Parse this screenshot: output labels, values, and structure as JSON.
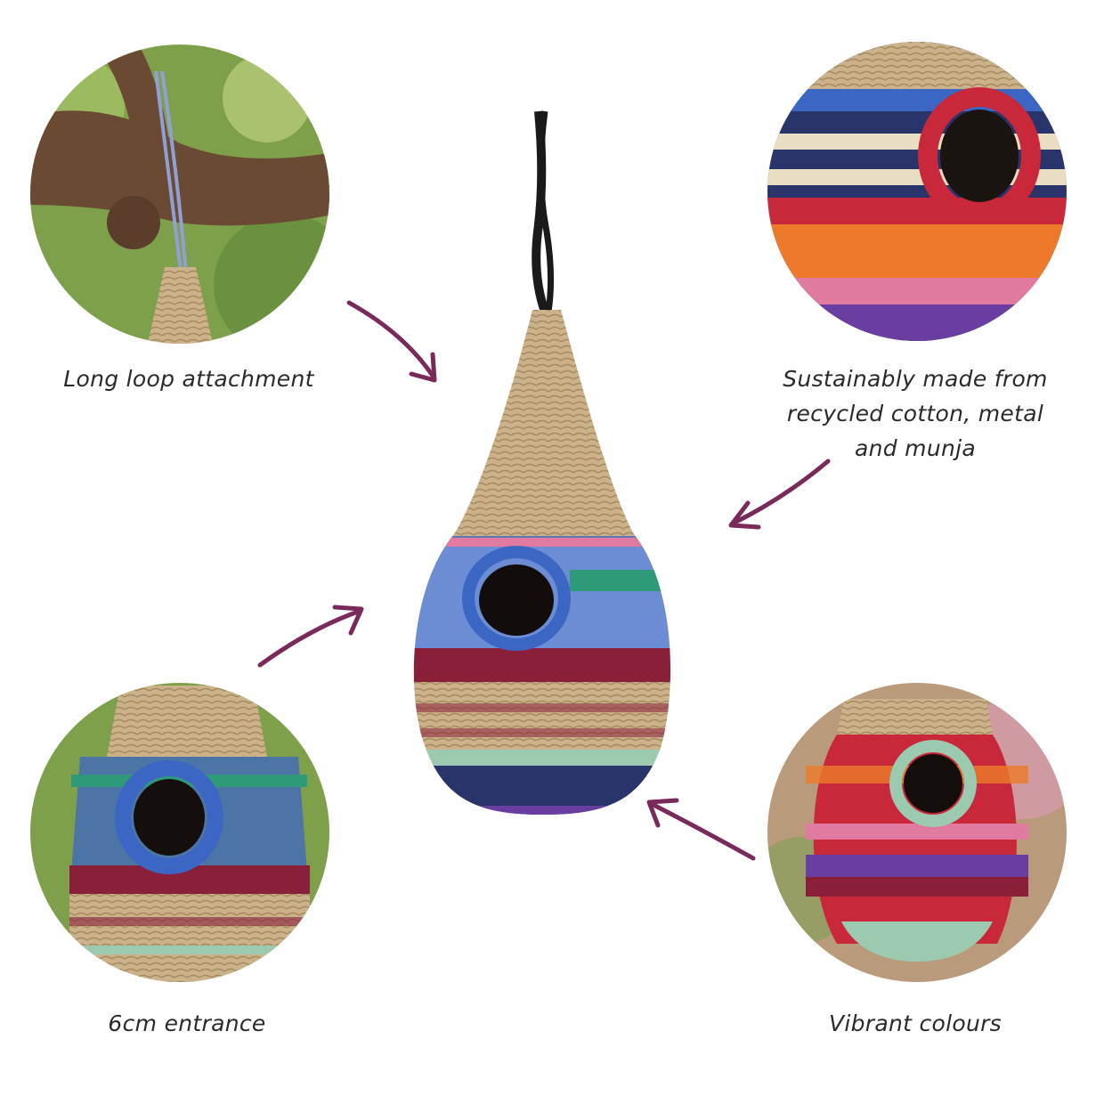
{
  "captions": {
    "loop": "Long loop attachment",
    "sustain": [
      "Sustainably made from",
      "recycled cotton, metal",
      "and munja"
    ],
    "entrance": "6cm entrance",
    "vibrant": "Vibrant colours"
  },
  "colors": {
    "arrow": "#7a2a5a",
    "straw": "#cbb28a",
    "straw_dark": "#a58a60",
    "leaf": "#7fa04a",
    "bark": "#6b4a34",
    "blue": "#3b66c4",
    "navy": "#28346a",
    "red": "#c8283a",
    "orange": "#ec7a2a",
    "pink": "#e07aa0",
    "maroon": "#8a1f3a",
    "cream": "#e9ddc4",
    "mint": "#9ccab0",
    "teal": "#2e9a7a",
    "purple": "#6a3ea0",
    "rope": "#1a1a1a"
  }
}
